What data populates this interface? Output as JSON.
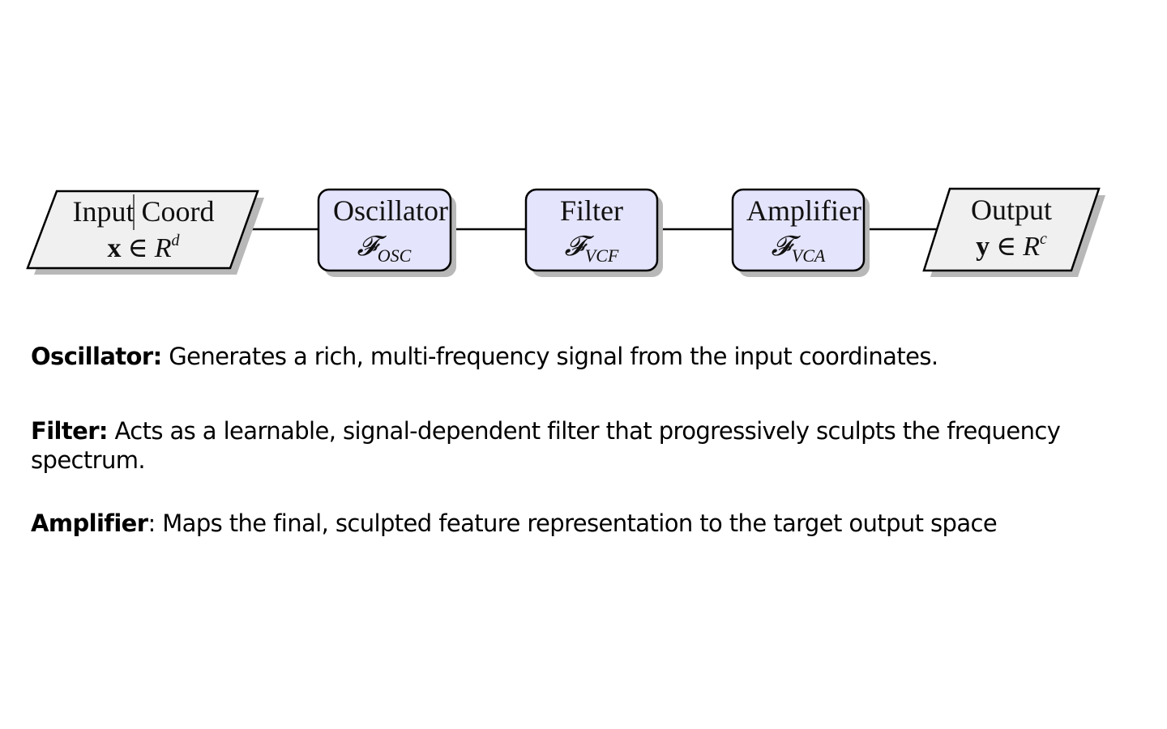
{
  "diagram": {
    "nodes": [
      {
        "id": "input",
        "shape": "parallelogram",
        "title": "Input Coord",
        "math_var": "x",
        "math_rel": "∈",
        "math_set": "R",
        "math_sup": "d"
      },
      {
        "id": "oscillator",
        "shape": "rounded-rect",
        "title": "Oscillator",
        "math_f": "𝓕",
        "math_sub": "OSC"
      },
      {
        "id": "filter",
        "shape": "rounded-rect",
        "title": "Filter",
        "math_f": "𝓕",
        "math_sub": "VCF"
      },
      {
        "id": "amplifier",
        "shape": "rounded-rect",
        "title": "Amplifier",
        "math_f": "𝓕",
        "math_sub": "VCA"
      },
      {
        "id": "output",
        "shape": "parallelogram",
        "title": "Output",
        "math_var": "y",
        "math_rel": "∈",
        "math_set": "R",
        "math_sup": "c"
      }
    ],
    "edges": [
      {
        "from": "input",
        "to": "oscillator"
      },
      {
        "from": "oscillator",
        "to": "filter"
      },
      {
        "from": "filter",
        "to": "amplifier"
      },
      {
        "from": "amplifier",
        "to": "output"
      }
    ],
    "colors": {
      "io_fill": "#f0f0f0",
      "process_fill": "#e4e4fc",
      "stroke": "#000000",
      "shadow": "#b8b8b8"
    }
  },
  "descriptions": [
    {
      "term": "Oscillator:",
      "text": " Generates a rich, multi-frequency signal from the input coordinates."
    },
    {
      "term": "Filter:",
      "text": " Acts as a learnable, signal-dependent filter that progressively sculpts the frequency spectrum."
    },
    {
      "term": "Amplifier",
      "text": ": Maps the final, sculpted feature representation to the target output space"
    }
  ]
}
